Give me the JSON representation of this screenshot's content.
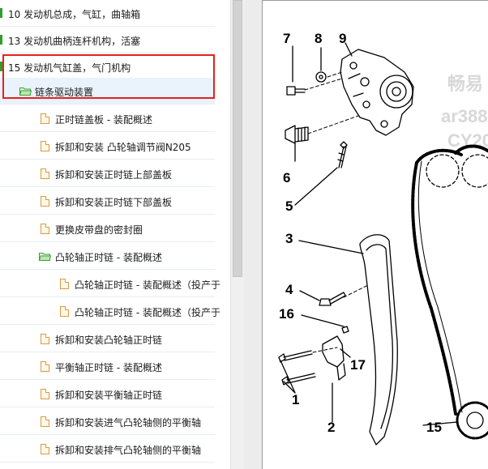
{
  "tree": {
    "items": [
      {
        "label": "10 发动机总成，气缸，曲轴箱"
      },
      {
        "label": "13 发动机曲柄连杆机构，活塞"
      },
      {
        "label": "15 发动机气缸盖，气门机构"
      },
      {
        "label": "链条驱动装置"
      },
      {
        "label": "正时链盖板 - 装配概述"
      },
      {
        "label": "拆卸和安装 凸轮轴调节阀N205"
      },
      {
        "label": "拆卸和安装正时链上部盖板"
      },
      {
        "label": "拆卸和安装正时链下部盖板"
      },
      {
        "label": "更换皮带盘的密封圈"
      },
      {
        "label": "凸轮轴正时链 - 装配概述"
      },
      {
        "label": "凸轮轴正时链 - 装配概述（投产于"
      },
      {
        "label": "凸轮轴正时链 - 装配概述（投产于"
      },
      {
        "label": "拆卸和安装凸轮轴正时链"
      },
      {
        "label": "平衡轴正时链 - 装配概述"
      },
      {
        "label": "拆卸和安装平衡轴正时链"
      },
      {
        "label": "拆卸和安装进气凸轮轴侧的平衡轴"
      },
      {
        "label": "拆卸和安装排气凸轮轴侧的平衡轴"
      }
    ]
  },
  "diagram": {
    "callouts": [
      "1",
      "2",
      "3",
      "4",
      "5",
      "6",
      "7",
      "8",
      "9",
      "15",
      "16",
      "17"
    ],
    "watermark": [
      "畅易",
      "ar388",
      "CY20"
    ]
  },
  "colors": {
    "highlight": "#e62020",
    "doc_icon": "#d89b48",
    "folder_icon": "#3aa33a"
  }
}
